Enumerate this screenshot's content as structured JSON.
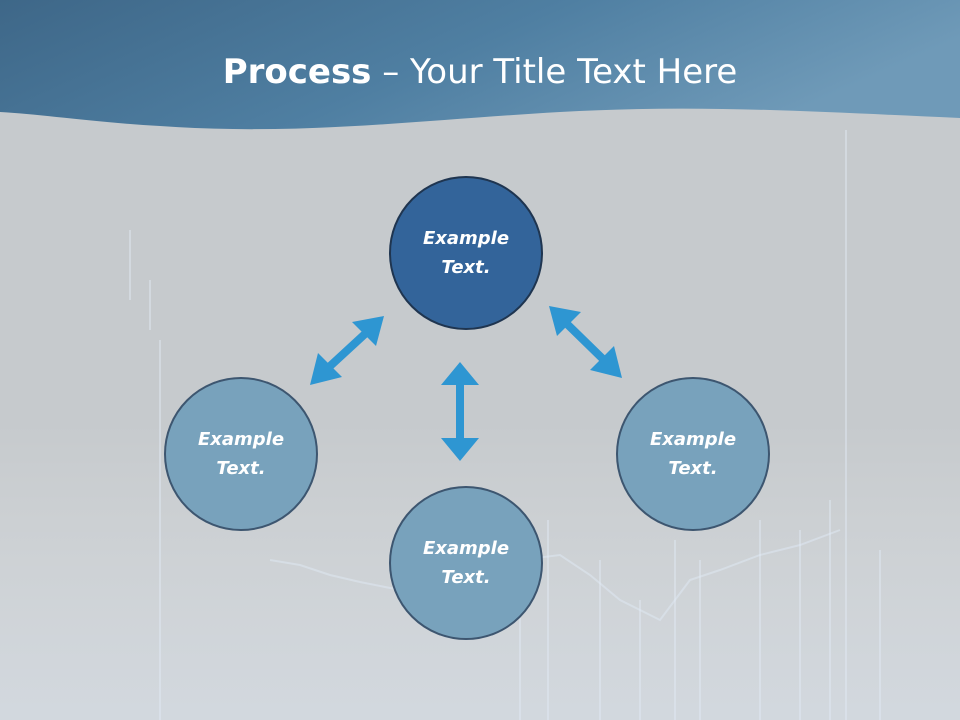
{
  "slide": {
    "title_bold": "Process",
    "title_rest": " – Your Title Text Here"
  },
  "diagram": {
    "nodes": [
      {
        "id": "top",
        "label": "Example\nText."
      },
      {
        "id": "left",
        "label": "Example\nText."
      },
      {
        "id": "right",
        "label": "Example\nText."
      },
      {
        "id": "bottom",
        "label": "Example\nText."
      }
    ]
  },
  "colors": {
    "banner": "#4d7ea1",
    "background": "#c6cacd",
    "main_node": "#33649a",
    "sub_node": "#78a2bc",
    "arrow": "#2e96d2"
  }
}
